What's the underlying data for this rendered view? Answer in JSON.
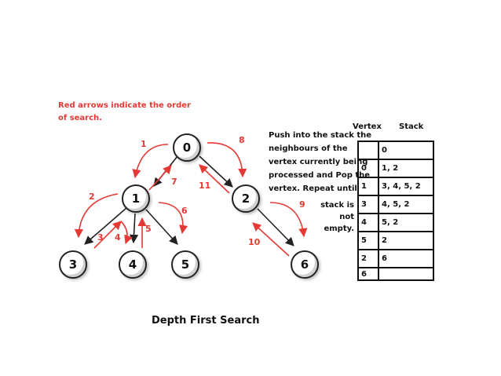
{
  "legend": "Red arrows indicate the order of search.",
  "instructions_lines": [
    "Push into the stack the",
    "neighbours of the",
    "vertex currently being",
    "processed and Pop the",
    "vertex. Repeat until"
  ],
  "instructions_tail": "stack is not empty.",
  "graph": {
    "nodes": [
      {
        "id": "0",
        "label": "0"
      },
      {
        "id": "1",
        "label": "1"
      },
      {
        "id": "2",
        "label": "2"
      },
      {
        "id": "3",
        "label": "3"
      },
      {
        "id": "4",
        "label": "4"
      },
      {
        "id": "5",
        "label": "5"
      },
      {
        "id": "6",
        "label": "6"
      }
    ],
    "edges": [
      [
        "0",
        "1"
      ],
      [
        "0",
        "2"
      ],
      [
        "1",
        "3"
      ],
      [
        "1",
        "4"
      ],
      [
        "1",
        "5"
      ],
      [
        "2",
        "6"
      ]
    ],
    "search_order": [
      "1",
      "2",
      "3",
      "4",
      "5",
      "6",
      "7",
      "8",
      "9",
      "10",
      "11"
    ]
  },
  "table": {
    "header_vertex": "Vertex",
    "header_stack": "Stack",
    "rows": [
      {
        "vertex": "",
        "stack": "0"
      },
      {
        "vertex": "0",
        "stack": "1, 2"
      },
      {
        "vertex": "1",
        "stack": "3, 4, 5, 2"
      },
      {
        "vertex": "3",
        "stack": "4, 5, 2"
      },
      {
        "vertex": "4",
        "stack": "5, 2"
      },
      {
        "vertex": "5",
        "stack": "2"
      },
      {
        "vertex": "2",
        "stack": "6"
      },
      {
        "vertex": "6",
        "stack": ""
      }
    ]
  },
  "caption": "Depth First Search",
  "colors": {
    "order_arrows": "#e53935",
    "edges": "#222222"
  }
}
